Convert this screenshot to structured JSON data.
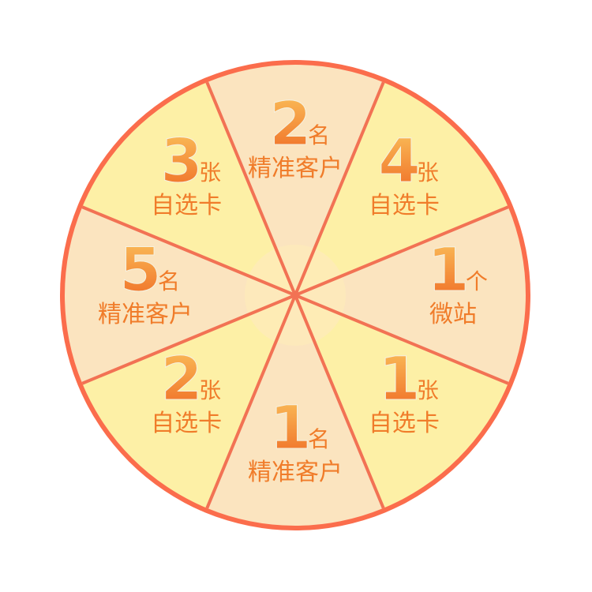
{
  "colors": {
    "rim": "#fb6d4c",
    "divider": "#f27254",
    "sector_light": "#fdf0a6",
    "sector_dark": "#fbe4bf",
    "hub": "#fdebb9",
    "text": "#f07c2a",
    "number_top": "#fbc35c",
    "number_bottom": "#ef6a24"
  },
  "wheel": {
    "segments": [
      {
        "number": "2",
        "unit": "名",
        "prize": "精准客户"
      },
      {
        "number": "4",
        "unit": "张",
        "prize": "自选卡"
      },
      {
        "number": "1",
        "unit": "个",
        "prize": "微站"
      },
      {
        "number": "1",
        "unit": "张",
        "prize": "自选卡"
      },
      {
        "number": "1",
        "unit": "名",
        "prize": "精准客户"
      },
      {
        "number": "2",
        "unit": "张",
        "prize": "自选卡"
      },
      {
        "number": "5",
        "unit": "名",
        "prize": "精准客户"
      },
      {
        "number": "3",
        "unit": "张",
        "prize": "自选卡"
      }
    ]
  }
}
